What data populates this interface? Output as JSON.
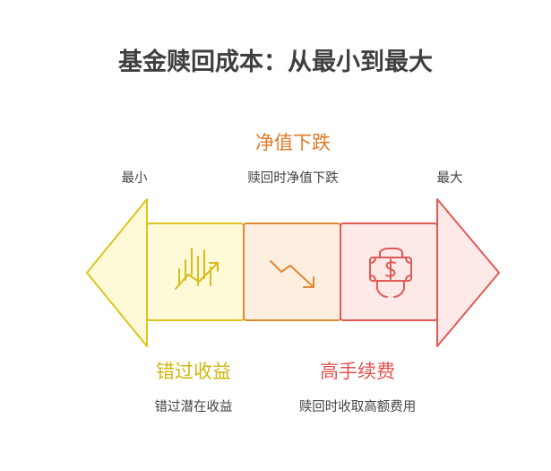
{
  "title": "基金赎回成本：从最小到最大",
  "top_heading": "净值下跌",
  "top_labels": {
    "min": "最小",
    "middle": "赎回时净值下跌",
    "max": "最大"
  },
  "bottom_left": {
    "heading": "错过收益",
    "description": "错过潜在收益"
  },
  "bottom_right": {
    "heading": "高手续费",
    "description": "赎回时收取高额费用"
  },
  "colors": {
    "yellow_fill": "#fef9d7",
    "yellow_stroke": "#dcc51f",
    "orange_fill": "#feeee0",
    "orange_stroke": "#e08a36",
    "red_fill": "#fde9e8",
    "red_stroke": "#e05b57",
    "title_text": "#3f3f3f"
  },
  "icons": {
    "left": "growth-chart-icon",
    "middle": "downtrend-arrow-icon",
    "right": "money-hand-icon"
  }
}
